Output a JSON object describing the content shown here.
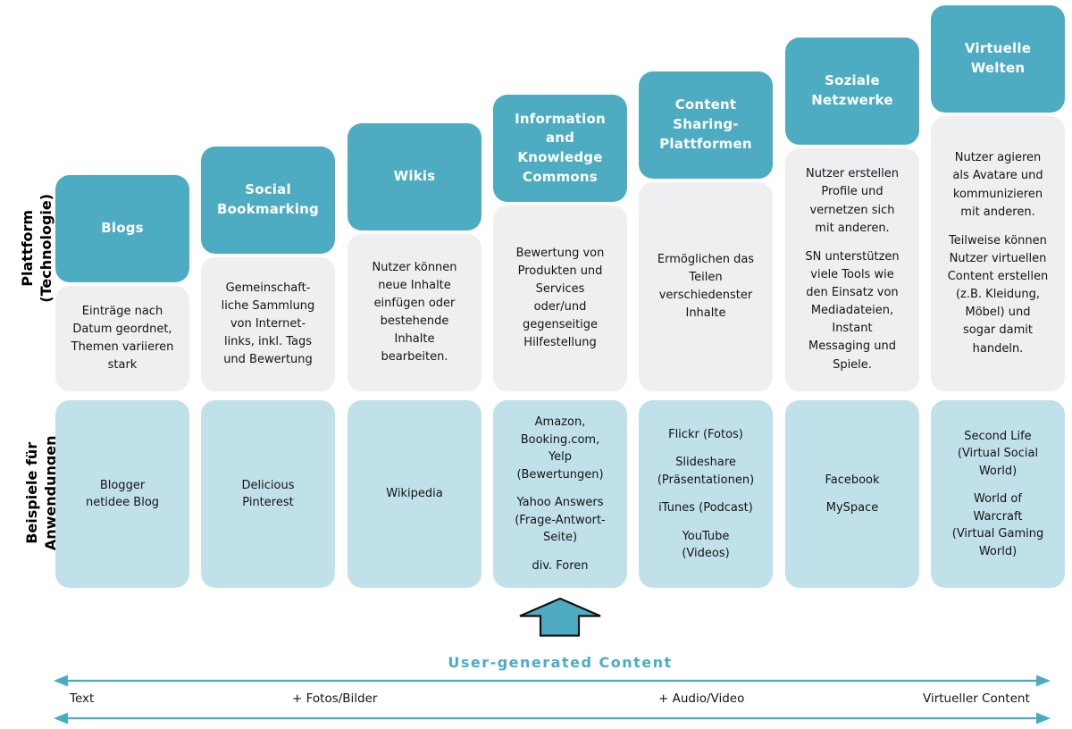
{
  "colors": {
    "teal": "#4dacc1",
    "description_bg": "#efeff1",
    "example_bg": "#c0e1e9",
    "text_ink": "#141414",
    "axis_teal": "#4aabc4",
    "header_text": "#ffffff"
  },
  "row_labels": {
    "platform": "Plattform\n(Technologie)",
    "examples": "Beispiele für\nAnwendungen"
  },
  "columns": [
    {
      "title": "Blogs",
      "description": [
        "Einträge nach\nDatum geordnet,\nThemen variieren\nstark"
      ],
      "examples": [
        "Blogger\nnetidee Blog"
      ]
    },
    {
      "title": "Social\nBookmarking",
      "description": [
        "Gemeinschaft-\nliche Sammlung\nvon Internet-\nlinks, inkl. Tags\nund Bewertung"
      ],
      "examples": [
        "Delicious\nPinterest"
      ]
    },
    {
      "title": "Wikis",
      "description": [
        "Nutzer können\nneue Inhalte\neinfügen oder\nbestehende\nInhalte\nbearbeiten."
      ],
      "examples": [
        "Wikipedia"
      ]
    },
    {
      "title": "Information\nand\nKnowledge\nCommons",
      "description": [
        "Bewertung von\nProdukten und\nServices\noder/und\ngegenseitige\nHilfestellung"
      ],
      "examples": [
        "Amazon,\nBooking.com,\nYelp\n(Bewertungen)",
        "Yahoo Answers\n(Frage-Antwort-\nSeite)",
        "div. Foren"
      ]
    },
    {
      "title": "Content\nSharing-\nPlattformen",
      "description": [
        "Ermöglichen das\nTeilen\nverschiedenster\nInhalte"
      ],
      "examples": [
        "Flickr (Fotos)",
        "Slideshare\n(Präsentationen)",
        "iTunes (Podcast)",
        "YouTube\n(Videos)"
      ]
    },
    {
      "title": "Soziale\nNetzwerke",
      "description": [
        "Nutzer erstellen\nProfile und\nvernetzen sich\nmit anderen.",
        "SN unterstützen\nviele Tools wie\nden Einsatz von\nMediadateien,\nInstant\nMessaging und\nSpiele."
      ],
      "examples": [
        "Facebook",
        "MySpace"
      ]
    },
    {
      "title": "Virtuelle\nWelten",
      "description": [
        "Nutzer agieren\nals Avatare und\nkommunizieren\nmit anderen.",
        "Teilweise können\nNutzer virtuellen\nContent erstellen\n(z.B. Kleidung,\nMöbel) und\nsogar damit\nhandeln."
      ],
      "examples": [
        "Second Life\n(Virtual Social\nWorld)",
        "World of\nWarcraft\n(Virtual Gaming\nWorld)"
      ]
    }
  ],
  "arrow": {
    "label": "User-generated Content"
  },
  "axis": {
    "labels": [
      "Text",
      "+ Fotos/Bilder",
      "+ Audio/Video",
      "Virtueller Content"
    ]
  }
}
